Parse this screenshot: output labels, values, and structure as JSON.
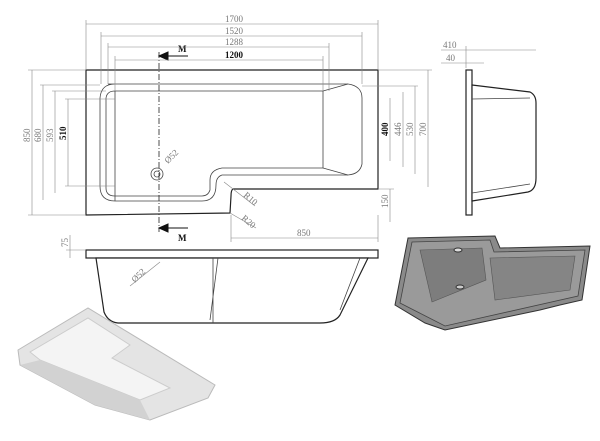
{
  "plan_view": {
    "dims_horizontal": {
      "overall": "1700",
      "inner_rim": "1520",
      "bath_length": "1288",
      "floor_length": "1200",
      "step_length": "850"
    },
    "dims_left": {
      "overall": "850",
      "inner_rim": "680",
      "bath_width": "593",
      "floor_width": "510"
    },
    "dims_right": {
      "floor": "400",
      "bath": "446",
      "rim": "530",
      "overall": "700",
      "step": "150"
    },
    "radius_small": "R10",
    "radius_large": "R20",
    "waste": "Ø52",
    "section_label": "M"
  },
  "side_view": {
    "depth": "410",
    "flange": "40"
  },
  "front_view": {
    "rim": "75",
    "waste": "Ø52"
  }
}
